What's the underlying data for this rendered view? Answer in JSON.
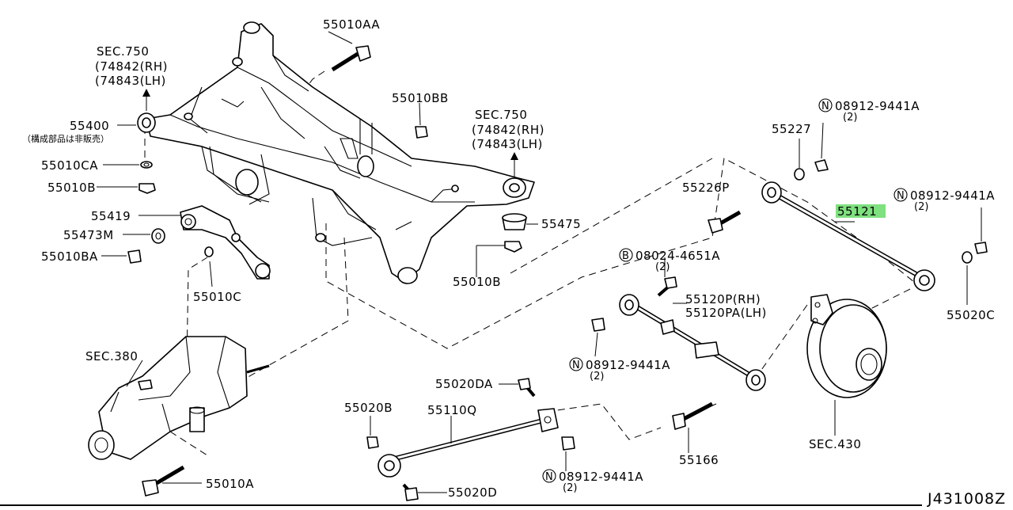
{
  "drawing_id": "J431008Z",
  "highlight_color": "#7fe07f",
  "callouts": {
    "sec750_left": {
      "sec": "SEC.750",
      "rh": "(74842(RH)",
      "lh": "(74843(LH)"
    },
    "sec750_right": {
      "sec": "SEC.750",
      "rh": "(74842(RH)",
      "lh": "(74843(LH)"
    },
    "p55010AA": "55010AA",
    "p55010BB": "55010BB",
    "p55400": "55400",
    "note_55400": "（構成部品は非販売）",
    "p55010CA": "55010CA",
    "p55010B_left": "55010B",
    "p55419": "55419",
    "p55473M": "55473M",
    "p55010BA": "55010BA",
    "p55010C": "55010C",
    "p55475": "55475",
    "p55010B_center": "55010B",
    "p55227": "55227",
    "nut_top": {
      "code": "08912-9441A",
      "qty": "(2)",
      "mark": "N"
    },
    "p55226P": "55226P",
    "p55121": "55121",
    "nut_right": {
      "code": "08912-9441A",
      "qty": "(2)",
      "mark": "N"
    },
    "bolt_b": {
      "code": "08024-4651A",
      "qty": "(2)",
      "mark": "B"
    },
    "p55120P": "55120P(RH)",
    "p55120PA": "55120PA(LH)",
    "p55020C": "55020C",
    "nut_center": {
      "code": "08912-9441A",
      "qty": "(2)",
      "mark": "N"
    },
    "sec380": "SEC.380",
    "p55020DA": "55020DA",
    "p55020B": "55020B",
    "p55110Q": "55110Q",
    "p55166": "55166",
    "sec430": "SEC.430",
    "nut_bottom": {
      "code": "08912-9441A",
      "qty": "(2)",
      "mark": "N"
    },
    "p55010A": "55010A",
    "p55020D": "55020D"
  }
}
